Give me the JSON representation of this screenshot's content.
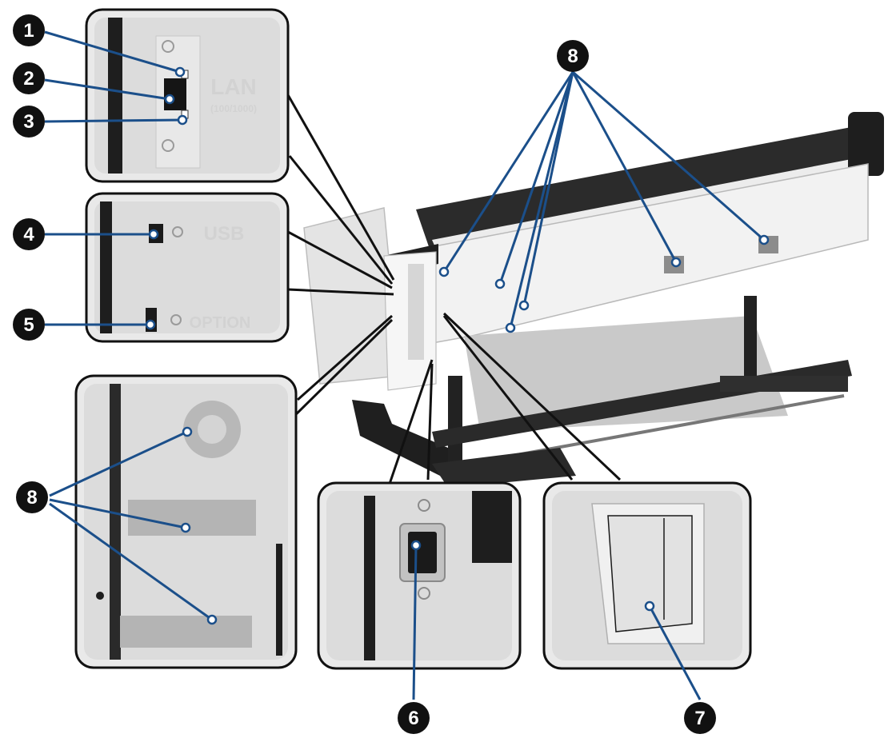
{
  "panels": {
    "lan": {
      "label": "LAN",
      "sublabel": "(100/1000)"
    },
    "usb": {
      "label": "USB",
      "option_label": "OPTION"
    }
  },
  "callouts": [
    {
      "number": "1"
    },
    {
      "number": "2"
    },
    {
      "number": "3"
    },
    {
      "number": "4"
    },
    {
      "number": "5"
    },
    {
      "number": "6"
    },
    {
      "number": "7"
    },
    {
      "number": "8"
    },
    {
      "number": "8"
    }
  ],
  "colors": {
    "leader": "#1b4f8a",
    "callout_fill": "#111111",
    "frame": "#111111"
  }
}
